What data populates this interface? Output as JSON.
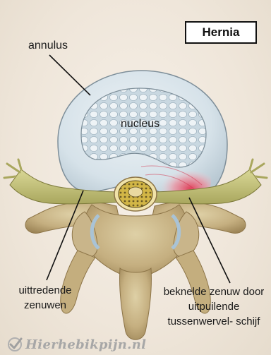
{
  "title": "Hernia",
  "labels": {
    "annulus": "annulus",
    "nucleus": "nucleus",
    "exiting_nerves": "uittredende zenuwen",
    "pinched_nerve": "beknelde zenuw door uitpuilende tussenwervel- schijf"
  },
  "watermark": "Hierhebikpijn.nl",
  "colors": {
    "disc_annulus": "#d7e3ea",
    "nucleus": "#c4d4de",
    "herniation": "#e0415a",
    "bone": "#c9b58a",
    "nerve": "#c7c67e"
  }
}
